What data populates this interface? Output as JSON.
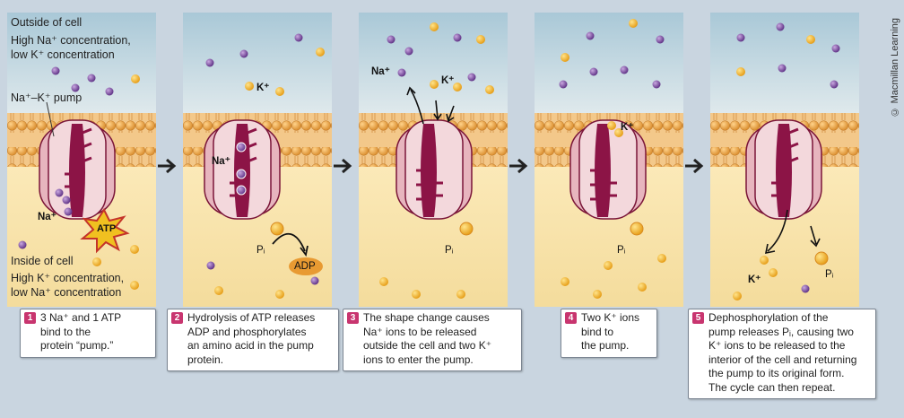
{
  "panel1": {
    "outside_title": "Outside of cell",
    "outside_line1": "High Na⁺ concentration,",
    "outside_line2": "low K⁺ concentration",
    "pump_label": "Na⁺–K⁺ pump",
    "na_label": "Na⁺",
    "atp_label": "ATP",
    "inside_title": "Inside of cell",
    "inside_line1": "High K⁺ concentration,",
    "inside_line2": "low Na⁺ concentration"
  },
  "panel2": {
    "k_label": "K⁺",
    "na_label": "Na⁺",
    "pi_label": "Pᵢ",
    "adp_label": "ADP"
  },
  "panel3": {
    "na_label": "Na⁺",
    "k_label": "K⁺",
    "pi_label": "Pᵢ"
  },
  "panel4": {
    "k_label": "K⁺",
    "pi_label": "Pᵢ"
  },
  "panel5": {
    "k_label": "K⁺",
    "pi_label": "Pᵢ"
  },
  "captions": [
    {
      "num": "1",
      "lines": [
        "3 Na⁺ and 1 ATP",
        "bind to the",
        "protein “pump.”"
      ]
    },
    {
      "num": "2",
      "lines": [
        "Hydrolysis of ATP releases",
        "ADP and phosphorylates",
        "an amino acid in the pump",
        "protein."
      ]
    },
    {
      "num": "3",
      "lines": [
        "The shape change causes",
        "Na⁺ ions to be released",
        "outside the cell and two K⁺",
        "ions to enter the pump."
      ]
    },
    {
      "num": "4",
      "lines": [
        "Two K⁺ ions",
        "bind to",
        "the pump."
      ]
    },
    {
      "num": "5",
      "lines": [
        "Dephosphorylation of the",
        "pump releases Pᵢ, causing two",
        "K⁺ ions to be released to the",
        "interior of the cell and returning",
        "the pump to its original form.",
        "The cycle can then repeat."
      ]
    }
  ],
  "copyright": "© Macmillan Learning",
  "colors": {
    "na_ion": "#6a3c90",
    "k_ion": "#f2b230",
    "protein": "#8c1446",
    "protein_light": "#f3d8dc",
    "membrane": "#e9a248",
    "outside_bg": "#cfe0e8",
    "inside_bg": "#f7e7b4",
    "step_badge": "#c8356f"
  }
}
